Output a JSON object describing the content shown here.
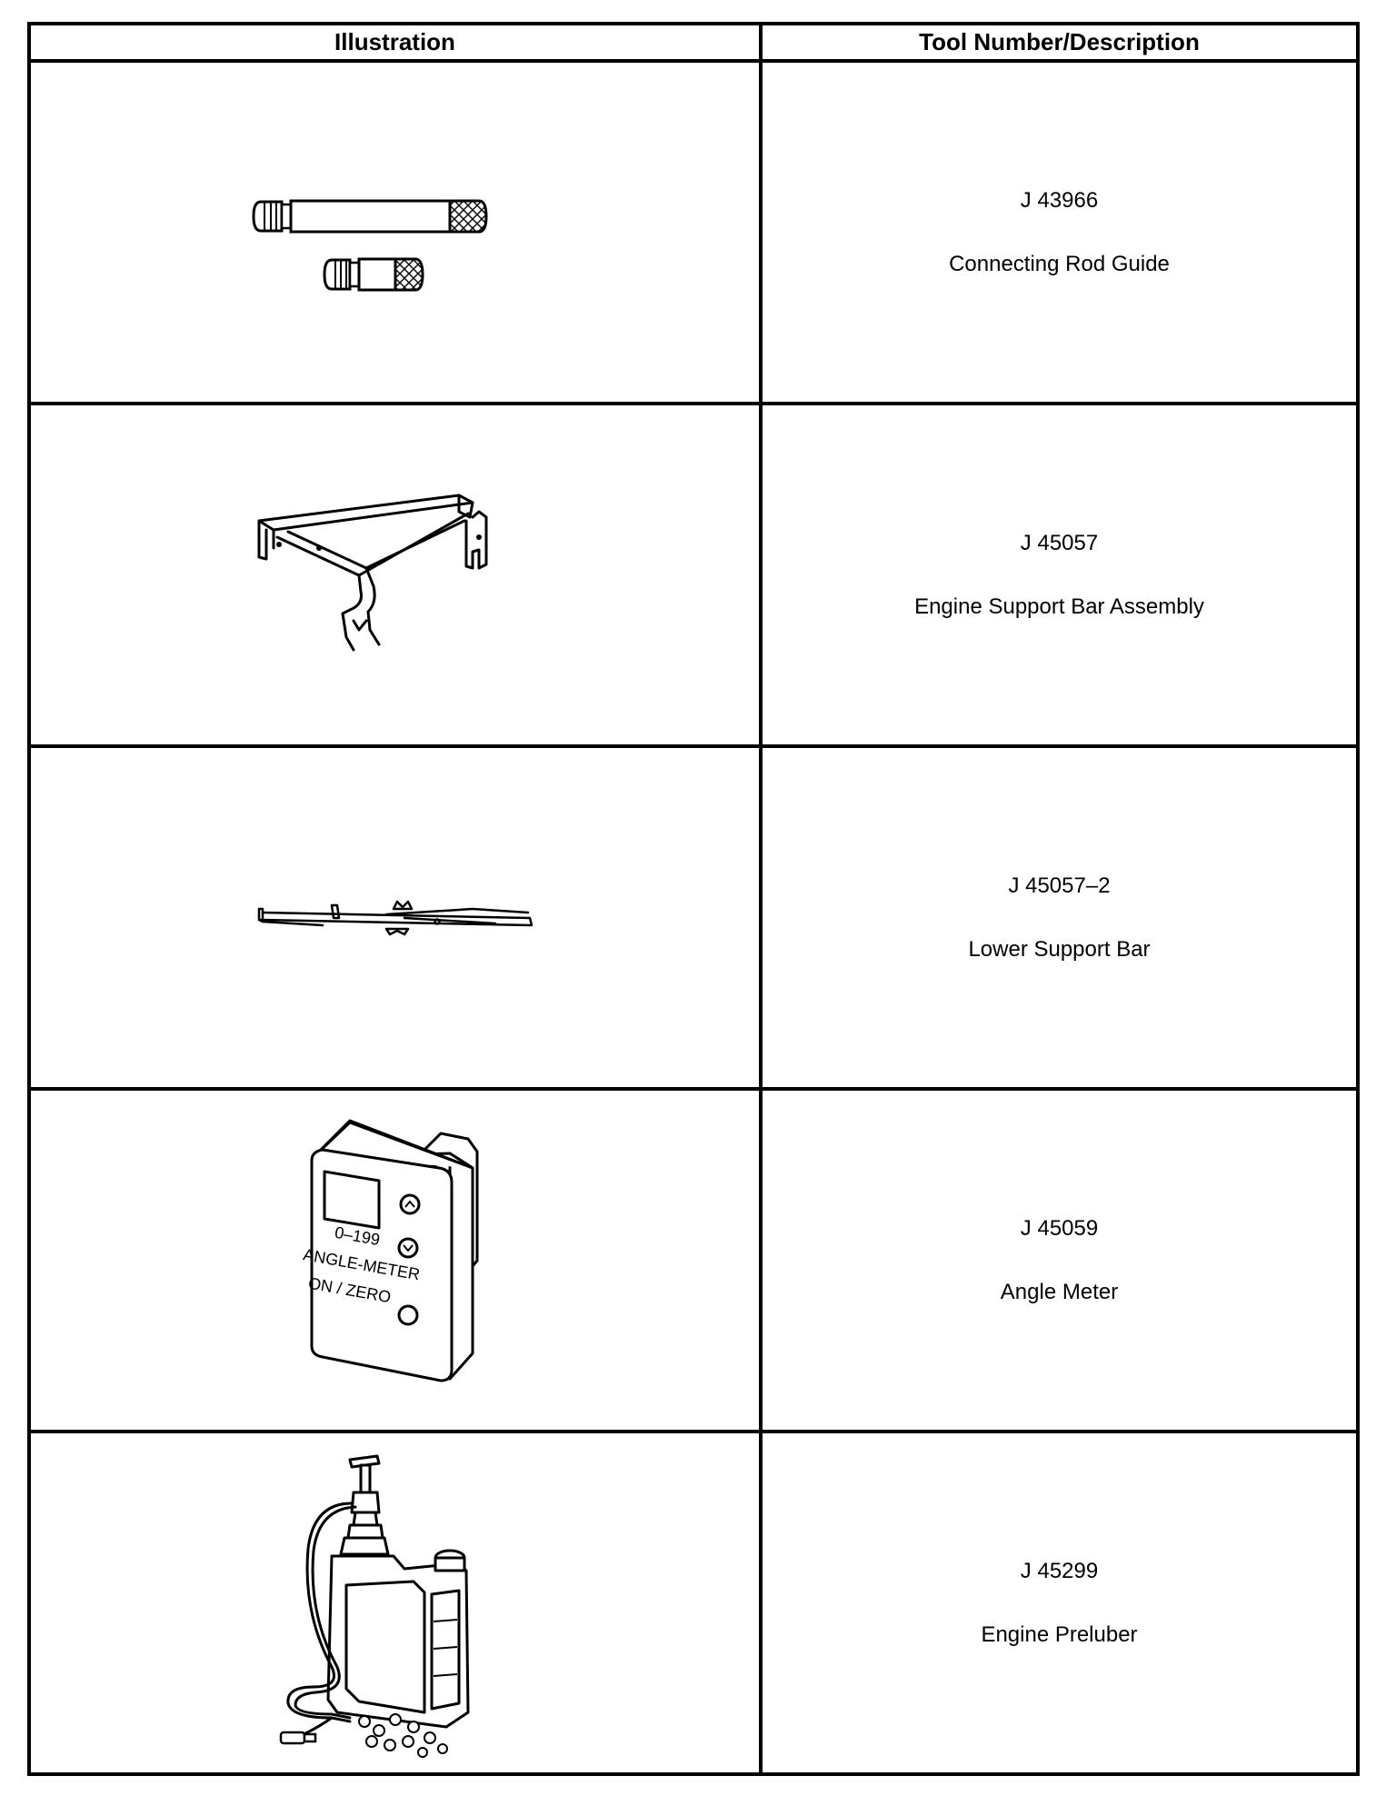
{
  "table": {
    "headers": {
      "illustration": "Illustration",
      "tool": "Tool Number/Description"
    },
    "rows": [
      {
        "number": "J 43966",
        "description": "Connecting Rod Guide",
        "icon": "connecting-rod-guide-icon"
      },
      {
        "number": "J 45057",
        "description": "Engine Support Bar Assembly",
        "icon": "engine-support-bar-icon"
      },
      {
        "number": "J 45057–2",
        "description": "Lower Support Bar",
        "icon": "lower-support-bar-icon"
      },
      {
        "number": "J 45059",
        "description": "Angle Meter",
        "icon": "angle-meter-icon"
      },
      {
        "number": "J 45299",
        "description": "Engine Preluber",
        "icon": "engine-preluber-icon"
      }
    ],
    "angle_meter_labels": {
      "range": "0–199",
      "name": "ANGLE-METER",
      "button": "ON / ZERO"
    }
  }
}
